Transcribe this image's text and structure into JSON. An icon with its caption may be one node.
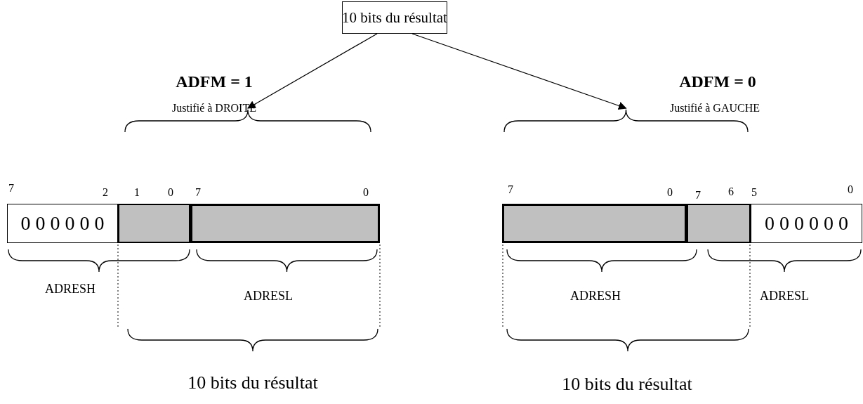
{
  "diagram": {
    "nodes": [
      {
        "text": [
          "10 bits du résultat"
        ]
      },
      {
        "text": [
          "0 0 0 0 0 0"
        ]
      },
      {
        "text": [],
        "shape": "box"
      },
      {
        "text": [],
        "shape": "box"
      },
      {
        "text": [],
        "shape": "box"
      },
      {
        "text": [],
        "shape": "box"
      },
      {
        "text": [
          "0 0 0 0 0 0"
        ]
      },
      {
        "text": [],
        "shape": "brace"
      },
      {
        "text": [],
        "shape": "brace"
      }
    ],
    "edges": [
      {
        "from": 0,
        "to": 7,
        "arrow": "to"
      },
      {
        "from": 0,
        "to": 8,
        "arrow": "to"
      }
    ],
    "labels": [
      "ADFM = 1",
      "Justifié à DROITE",
      "ADFM = 0",
      "Justifié à GAUCHE",
      "7",
      "2",
      "1",
      "0",
      "7",
      "0",
      "7",
      "0",
      "7",
      "6",
      "5",
      "0",
      "ADRESH",
      "ADRESL",
      "10 bits du résultat",
      "ADRESH",
      "ADRESL",
      "10 bits du résultat"
    ]
  }
}
